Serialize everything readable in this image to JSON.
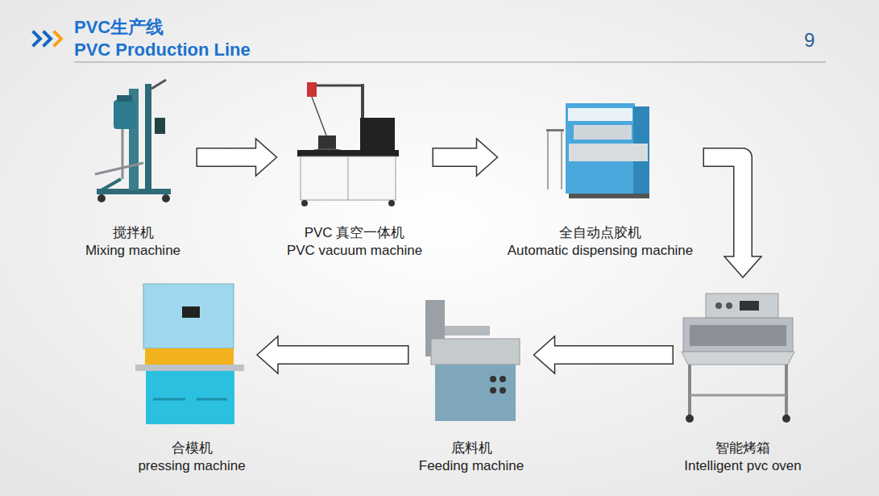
{
  "diagram": {
    "title": "PVC生产线 PVC Production Line",
    "nodes": [
      {
        "text": [
          "搅拌机",
          "Mixing machine"
        ]
      },
      {
        "text": [
          "PVC 真空一体机",
          "PVC vacuum machine"
        ]
      },
      {
        "text": [
          "全自动点胶机",
          "Automatic dispensing machine"
        ]
      },
      {
        "text": [
          "智能烤箱",
          "Intelligent pvc oven"
        ]
      },
      {
        "text": [
          "底料机",
          "Feeding machine"
        ]
      },
      {
        "text": [
          "合模机",
          "pressing machine"
        ]
      }
    ],
    "edges": [
      {
        "from": 0,
        "to": 1,
        "arrow": "to"
      },
      {
        "from": 1,
        "to": 2,
        "arrow": "to"
      },
      {
        "from": 2,
        "to": 3,
        "arrow": "to"
      },
      {
        "from": 3,
        "to": 4,
        "arrow": "to"
      },
      {
        "from": 4,
        "to": 5,
        "arrow": "to"
      }
    ],
    "labels": [
      "9"
    ]
  }
}
